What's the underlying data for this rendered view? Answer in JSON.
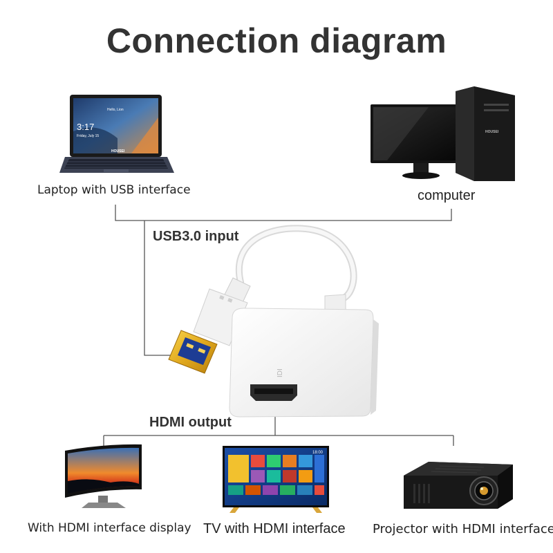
{
  "title": "Connection diagram",
  "inputs": {
    "laptop_label": "Laptop with USB interface",
    "computer_label": "computer",
    "usb_label": "USB3.0 input",
    "laptop_screen_time": "3:17",
    "laptop_screen_date": "Friday, July 15",
    "laptop_screen_hello": "Hello, Lion",
    "laptop_brand": "HOUSEI",
    "computer_brand": "HOUSEI"
  },
  "outputs": {
    "hdmi_label": "HDMI output",
    "display_label": "With HDMI interface display",
    "tv_label": "TV with HDMI interface",
    "projector_label": "Projector with HDMI interface",
    "tv_clock": "18:00"
  },
  "adapter": {
    "hdmi_marking": "IDI"
  },
  "colors": {
    "title": "#333333",
    "connector_lines": "#555555",
    "usb_gold": "#e0a81e",
    "adapter_white": "#f4f4f4"
  }
}
